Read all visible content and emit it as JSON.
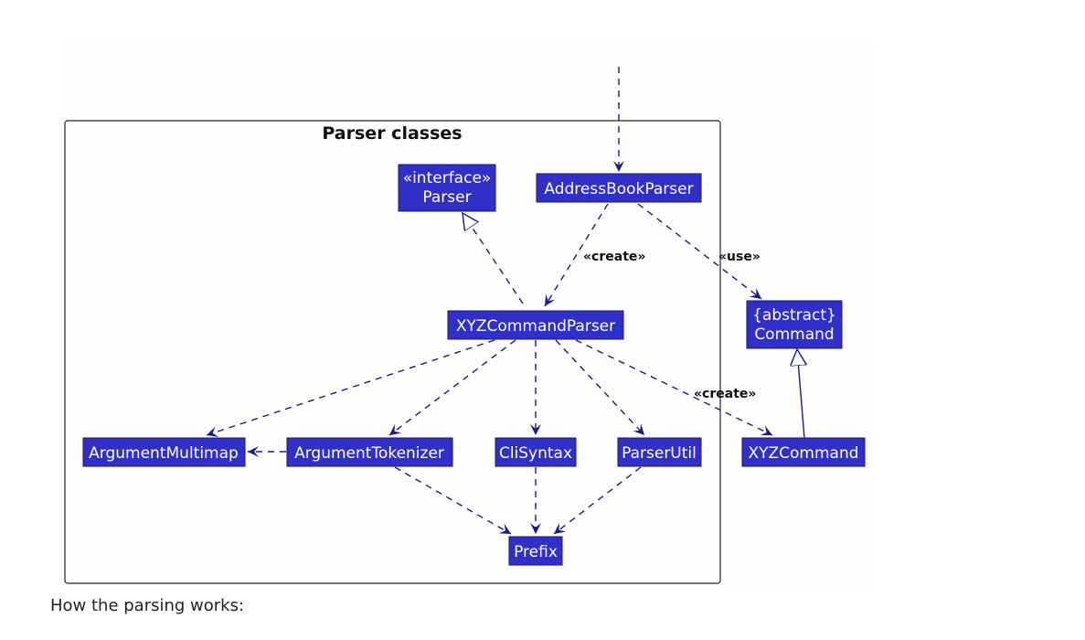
{
  "package": {
    "title": "Parser classes"
  },
  "classes": {
    "parser": {
      "stereotype": "«interface»",
      "name": "Parser"
    },
    "address_book_parser": {
      "name": "AddressBookParser"
    },
    "xyz_command_parser": {
      "name": "XYZCommandParser"
    },
    "command": {
      "stereotype": "{abstract}",
      "name": "Command"
    },
    "argument_multimap": {
      "name": "ArgumentMultimap"
    },
    "argument_tokenizer": {
      "name": "ArgumentTokenizer"
    },
    "cli_syntax": {
      "name": "CliSyntax"
    },
    "parser_util": {
      "name": "ParserUtil"
    },
    "xyz_command": {
      "name": "XYZCommand"
    },
    "prefix": {
      "name": "Prefix"
    }
  },
  "edge_labels": {
    "create_parser": "«create»",
    "use": "«use»",
    "create_command": "«create»"
  },
  "caption": "How the parsing works:",
  "colors": {
    "class_fill": "#3030c8",
    "edge": "#1a1a8c",
    "text": "#ffffff"
  }
}
